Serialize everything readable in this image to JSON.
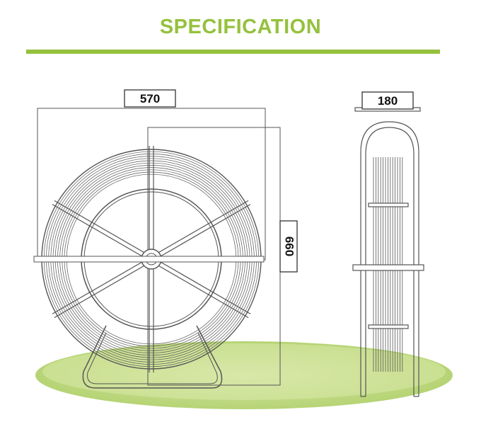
{
  "header": {
    "title": "SPECIFICATION"
  },
  "dimensions": {
    "width": "570",
    "height": "660",
    "depth": "180"
  },
  "colors": {
    "accent": "#95c13d",
    "ground_light": "#cfe29b",
    "ground_dark": "#a9cc5c",
    "line": "#555555"
  }
}
